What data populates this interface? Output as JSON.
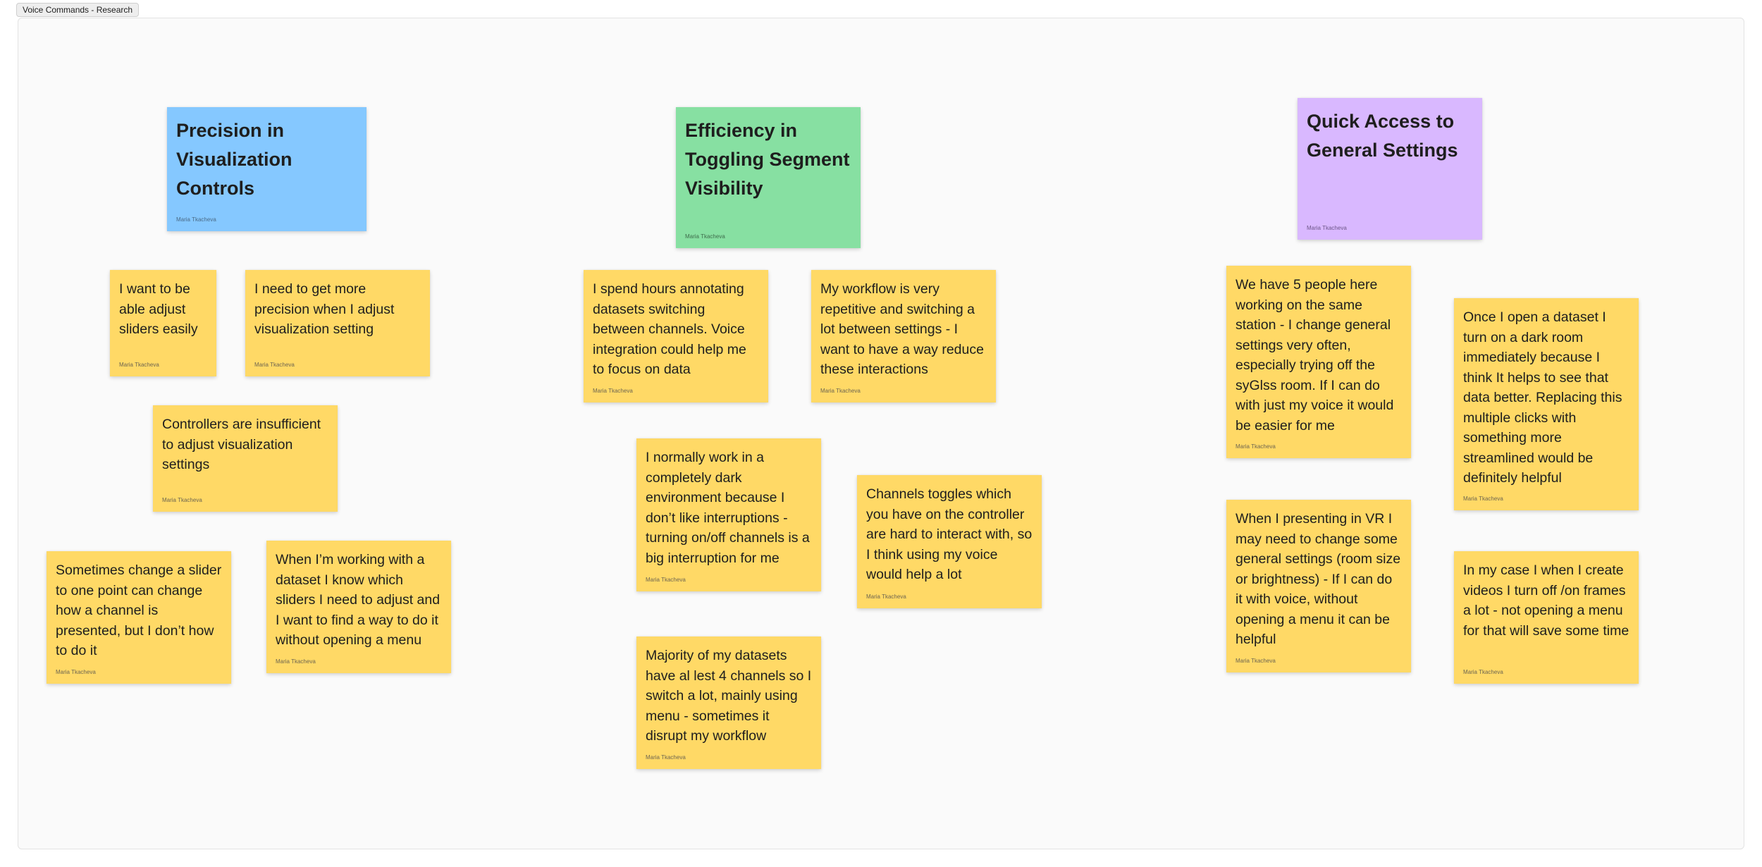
{
  "frame": {
    "title": "Voice Commands - Research"
  },
  "colors": {
    "yellow": "#ffd966",
    "blue": "#85c8ff",
    "green": "#87e0a2",
    "purple": "#d9b8ff",
    "canvas": "#fafafa"
  },
  "headers": {
    "precision": {
      "text": "Precision in Visualization Controls",
      "author": "Maria Tkacheva"
    },
    "efficiency": {
      "text": "Efficiency in Toggling Segment Visibility",
      "author": "Maria Tkacheva"
    },
    "quick_access": {
      "text": "Quick Access to General Settings",
      "author": "Maria Tkacheva"
    }
  },
  "notes": {
    "adjust_sliders": {
      "text": "I want to be able adjust sliders easily",
      "author": "Maria Tkacheva"
    },
    "more_precision": {
      "text": "I need to get more precision when I adjust visualization setting",
      "author": "Maria Tkacheva"
    },
    "controllers_insufficient": {
      "text": "Controllers are insufficient to adjust visualization settings",
      "author": "Maria Tkacheva"
    },
    "slider_one_point": {
      "text": "Sometimes change a slider to one point can change how a channel is presented, but I don’t how to do it",
      "author": "Maria Tkacheva"
    },
    "without_menu_sliders": {
      "text": "When I’m working with a dataset I know which sliders I need to adjust and I want to find a way to do it without opening a menu",
      "author": "Maria Tkacheva"
    },
    "hours_annotating": {
      "text": "I spend hours annotating datasets switching between channels. Voice integration could help me to focus on data",
      "author": "Maria Tkacheva"
    },
    "repetitive_workflow": {
      "text": "My workflow is very repetitive and switching a lot between settings -  I want to have a way reduce these interactions",
      "author": "Maria Tkacheva"
    },
    "dark_environment": {
      "text": "I normally work in a completely dark environment because I don’t like interruptions - turning on/off channels is a big interruption for me",
      "author": "Maria Tkacheva"
    },
    "channel_toggles": {
      "text": "Channels toggles which you have on the controller are hard to interact with, so I think using my voice would help a lot",
      "author": "Maria Tkacheva"
    },
    "four_channels": {
      "text": "Majority of my datasets have al lest 4 channels so I switch a lot, mainly using menu - sometimes it disrupt my workflow",
      "author": "Maria Tkacheva"
    },
    "five_people": {
      "text": "We have 5 people here working on the same station - I change general settings very often, especially trying off the syGlss room. If I can do with just my voice it would be easier for me",
      "author": "Maria Tkacheva"
    },
    "dark_room": {
      "text": "Once I open a dataset I turn on a dark room immediately because I think It helps to see that data better. Replacing this multiple clicks with something more streamlined would be definitely helpful",
      "author": "Maria Tkacheva"
    },
    "presenting_vr": {
      "text": "When I presenting in VR I may need to change some general settings (room size or brightness) - If I can do it with voice, without opening a menu it can be helpful",
      "author": "Maria Tkacheva"
    },
    "create_videos": {
      "text": "In my case I when I create videos I turn off /on frames a lot - not opening a menu for that will save some time",
      "author": "Maria Tkacheva"
    }
  }
}
